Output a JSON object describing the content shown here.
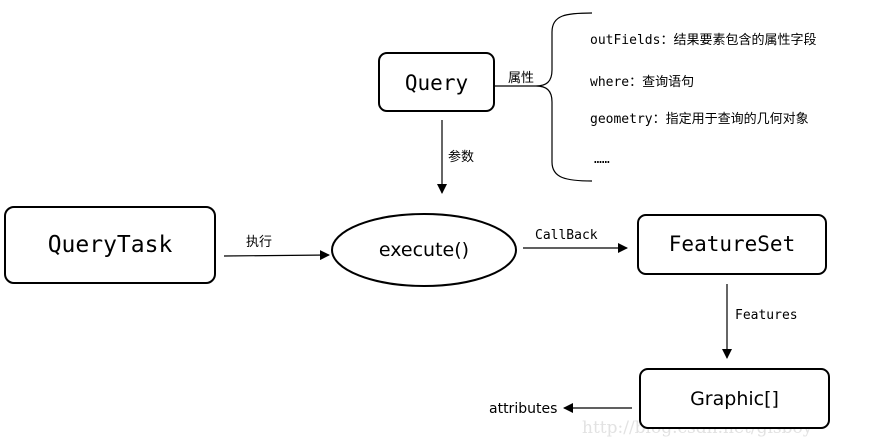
{
  "nodes": {
    "query": "Query",
    "query_task": "QueryTask",
    "execute": "execute()",
    "feature_set": "FeatureSet",
    "graphic": "Graphic[]"
  },
  "edges": {
    "properties_label": "属性",
    "params_label": "参数",
    "exec_label": "执行",
    "callback_label": "CallBack",
    "features_label": "Features",
    "attributes_label": "attributes"
  },
  "properties": [
    "outFields：结果要素包含的属性字段",
    "where：查询语句",
    "geometry：指定用于查询的几何对象",
    "……"
  ],
  "watermark": "http://blog.csdn.net/gisboy"
}
